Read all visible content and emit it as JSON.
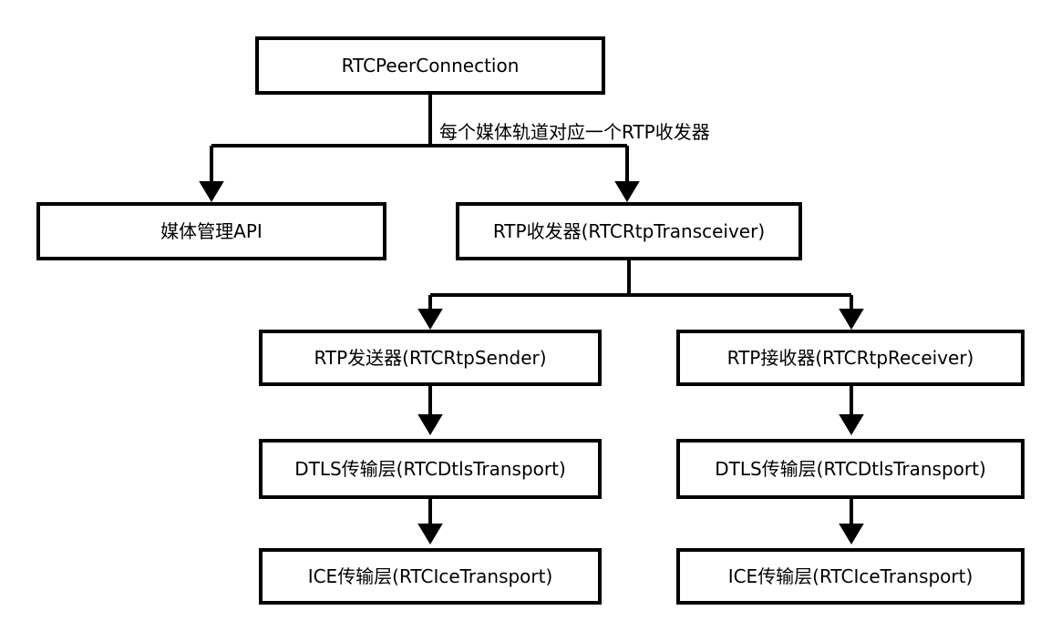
{
  "diagram": {
    "nodes": {
      "root": "RTCPeerConnection",
      "media_api": "媒体管理API",
      "transceiver": "RTP收发器(RTCRtpTransceiver)",
      "sender": "RTP发送器(RTCRtpSender)",
      "receiver": "RTP接收器(RTCRtpReceiver)",
      "dtls_left": "DTLS传输层(RTCDtlsTransport)",
      "dtls_right": "DTLS传输层(RTCDtlsTransport)",
      "ice_left": "ICE传输层(RTCIceTransport)",
      "ice_right": "ICE传输层(RTCIceTransport)"
    },
    "edge_label": "每个媒体轨道对应一个RTP收发器"
  }
}
